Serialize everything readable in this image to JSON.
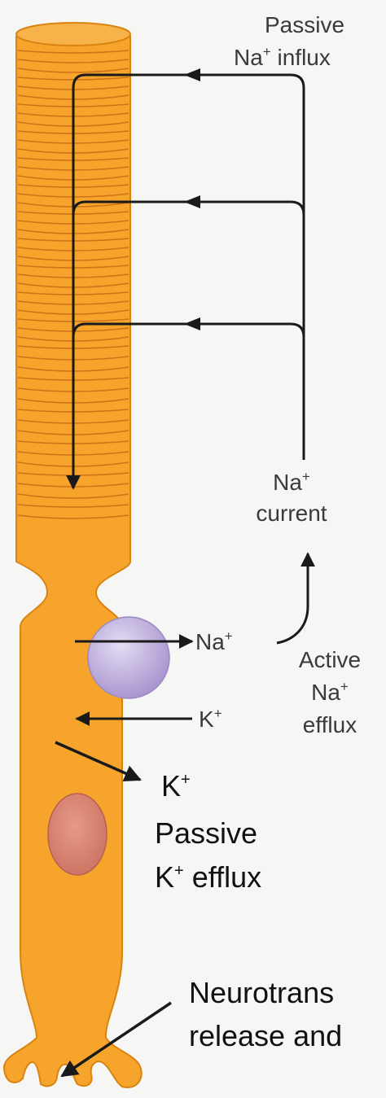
{
  "labels": {
    "passive_na_influx_line1": "Passive",
    "passive_na_influx_line2": "Na",
    "passive_na_influx_line2_sup": "+",
    "passive_na_influx_line2_rest": " influx",
    "na_current_line1": "Na",
    "na_current_line1_sup": "+",
    "na_current_line2": "current",
    "na_ion": "Na",
    "na_ion_sup": "+",
    "active_efflux_line1": "Active",
    "active_efflux_line2": "Na",
    "active_efflux_line2_sup": "+",
    "active_efflux_line3": "efflux",
    "k_ion": "K",
    "k_ion_sup": "+",
    "k_ion_outer": "K",
    "k_ion_outer_sup": "+",
    "passive_k_efflux_line1": "Passive",
    "passive_k_efflux_line2": "K",
    "passive_k_efflux_line2_sup": "+",
    "passive_k_efflux_line2_rest": " efflux",
    "neurotransmitter_line1": "Neurotrans",
    "neurotransmitter_line2": "release and"
  },
  "colors": {
    "cell_fill": "#f6a42c",
    "cell_stroke": "#d98410",
    "disc_line": "#c86a16",
    "pump": "#b9a7d9",
    "nucleus": "#d98674",
    "arrow": "#1a1a1a"
  }
}
